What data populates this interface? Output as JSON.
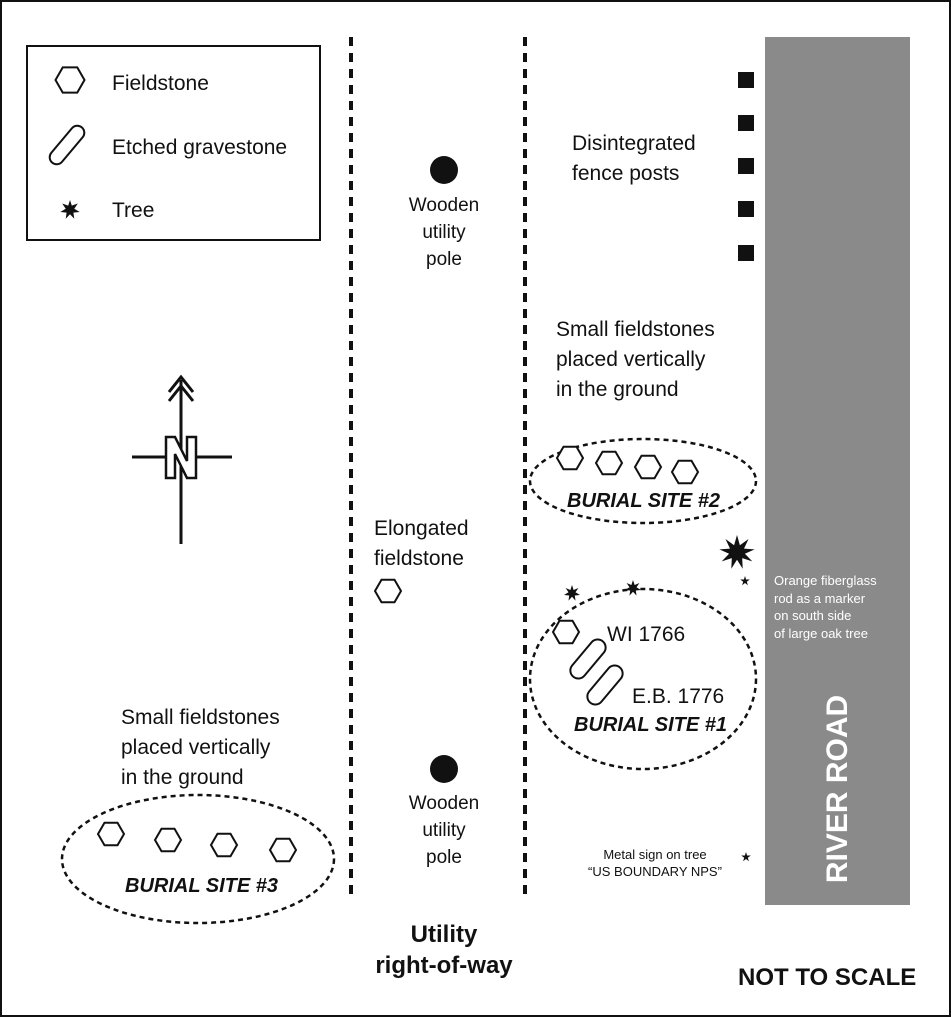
{
  "legend": {
    "items": [
      {
        "label": "Fieldstone",
        "icon": "fieldstone-hexagon-icon"
      },
      {
        "label": "Etched gravestone",
        "icon": "etched-gravestone-icon"
      },
      {
        "label": "Tree",
        "icon": "tree-star-icon"
      }
    ]
  },
  "compass": {
    "letter": "N"
  },
  "labels": {
    "fence_posts": "Disintegrated\nfence posts",
    "pole_north": "Wooden\nutility\npole",
    "pole_south": "Wooden\nutility\npole",
    "fieldstones_site2": "Small fieldstones\nplaced vertically\nin the ground",
    "fieldstones_site3": "Small fieldstones\nplaced vertically\nin the ground",
    "elongated": "Elongated\nfieldstone",
    "grave_wi": "WI 1766",
    "grave_eb": "E.B. 1776",
    "burial_site_1": "BURIAL SITE #1",
    "burial_site_2": "BURIAL SITE #2",
    "burial_site_3": "BURIAL SITE #3",
    "orange_rod": "Orange fiberglass\nrod as a marker\non south side\nof large oak tree",
    "metal_sign": "Metal sign on tree\n“US BOUNDARY NPS”",
    "utility_row": "Utility\nright-of-way",
    "not_to_scale": "NOT TO SCALE",
    "river_road": "RIVER ROAD"
  },
  "colors": {
    "road": "#8a8a8a",
    "ink": "#111111"
  }
}
